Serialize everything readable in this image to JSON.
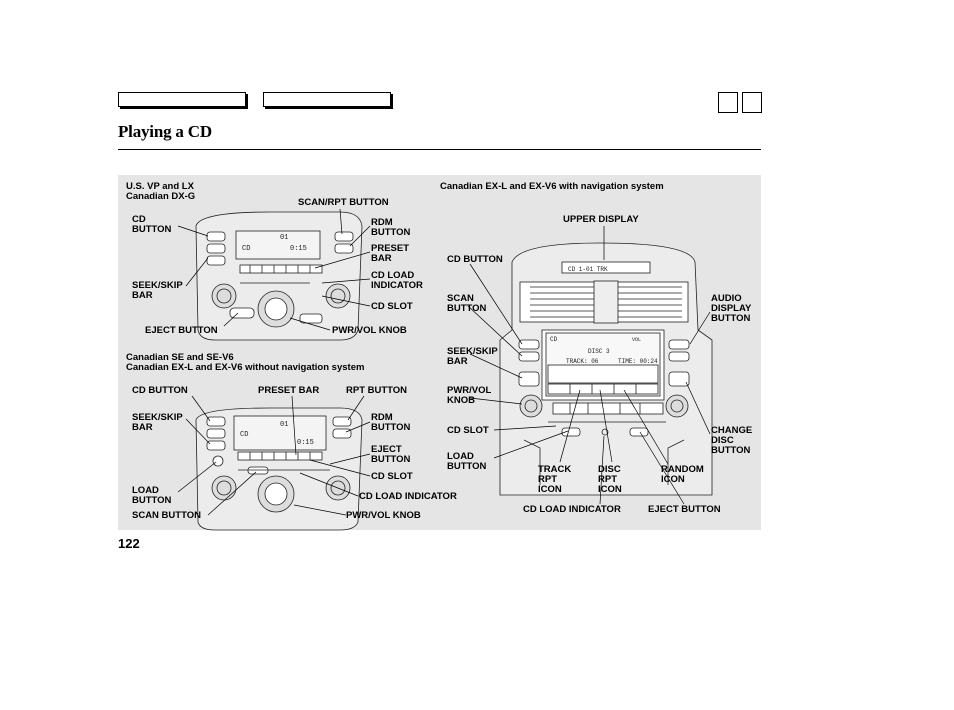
{
  "page": {
    "title": "Playing a CD",
    "page_number": "122"
  },
  "nav": {
    "buttons": [
      "",
      ""
    ],
    "squares": [
      "",
      ""
    ]
  },
  "sections": {
    "us": {
      "heading": "U.S. VP and LX\nCanadian DX-G"
    },
    "se": {
      "heading": "Canadian SE and SE-V6\nCanadian EX-L and EX-V6 without navigation system"
    },
    "nav": {
      "heading": "Canadian EX-L and EX-V6 with navigation system"
    }
  },
  "labels": {
    "us": {
      "scan_rpt": "SCAN/RPT BUTTON",
      "cd_button": "CD\nBUTTON",
      "rdm": "RDM\nBUTTON",
      "preset": "PRESET\nBAR",
      "cd_load_ind": "CD LOAD\nINDICATOR",
      "seek": "SEEK/SKIP\nBAR",
      "cd_slot": "CD SLOT",
      "eject": "EJECT BUTTON",
      "pwr": "PWR/VOL KNOB"
    },
    "se": {
      "cd_button": "CD BUTTON",
      "preset": "PRESET BAR",
      "rpt": "RPT BUTTON",
      "seek": "SEEK/SKIP\nBAR",
      "rdm": "RDM\nBUTTON",
      "eject": "EJECT\nBUTTON",
      "cd_slot": "CD SLOT",
      "load": "LOAD\nBUTTON",
      "cd_load_ind": "CD LOAD INDICATOR",
      "scan": "SCAN BUTTON",
      "pwr": "PWR/VOL KNOB"
    },
    "nav": {
      "upper": "UPPER DISPLAY",
      "cd_button": "CD BUTTON",
      "scan": "SCAN\nBUTTON",
      "audio": "AUDIO\nDISPLAY\nBUTTON",
      "seek": "SEEK/SKIP\nBAR",
      "pwr": "PWR/VOL\nKNOB",
      "cd_slot": "CD SLOT",
      "change": "CHANGE\nDISC\nBUTTON",
      "load": "LOAD\nBUTTON",
      "track": "TRACK\nRPT\nICON",
      "disc": "DISC\nRPT\nICON",
      "random": "RANDOM\nICON",
      "cd_load_ind": "CD LOAD INDICATOR",
      "eject": "EJECT BUTTON"
    }
  },
  "displays": {
    "us": {
      "main": "CD",
      "track": "01",
      "time": "0:15"
    },
    "se": {
      "main": "CD",
      "track": "01",
      "time": "0:15"
    },
    "nav": {
      "upper": "CD 1-01 TRK",
      "mode": "CD",
      "disc": "DISC  3",
      "track": "TRACK: 06",
      "time": "TIME: 00:24",
      "vol": "VOL"
    }
  }
}
